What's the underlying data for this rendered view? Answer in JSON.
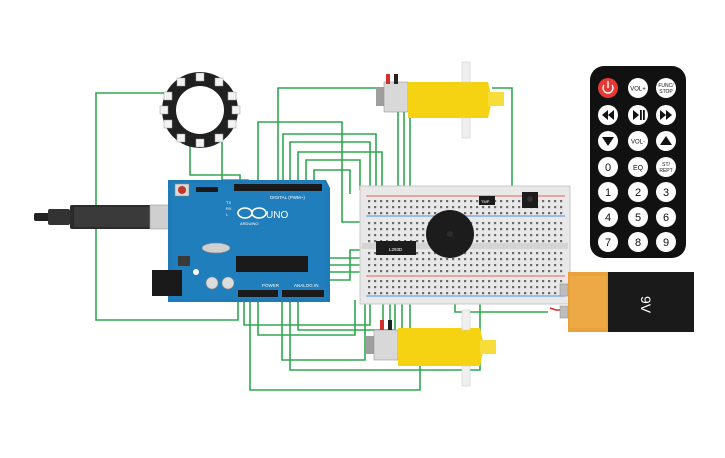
{
  "arduino": {
    "model": "UNO",
    "label_digital": "DIGITAL (PWM~)",
    "label_power": "POWER",
    "label_analog": "ANALOG IN",
    "label_brand": "ARDUINO",
    "label_tx": "TX",
    "label_rx": "RX",
    "label_l": "L"
  },
  "motor_driver": {
    "label": "L293D"
  },
  "sensor": {
    "label": "TMP"
  },
  "battery": {
    "label": "9V"
  },
  "remote": {
    "power_icon": "power-icon",
    "buttons": [
      [
        "power",
        "VOL+",
        "FUNC/\nSTOP"
      ],
      [
        "prev-icon",
        "play-pause-icon",
        "next-icon"
      ],
      [
        "down-icon",
        "VOL-",
        "up-icon"
      ],
      [
        "0",
        "EQ",
        "ST/\nREPT"
      ],
      [
        "1",
        "2",
        "3"
      ],
      [
        "4",
        "5",
        "6"
      ],
      [
        "7",
        "8",
        "9"
      ]
    ],
    "labels": {
      "vol_up": "VOL+",
      "func": "FUNC/",
      "stop": "STOP",
      "vol_down": "VOL-",
      "zero": "0",
      "eq": "EQ",
      "st": "ST/",
      "rept": "REPT",
      "n1": "1",
      "n2": "2",
      "n3": "3",
      "n4": "4",
      "n5": "5",
      "n6": "6",
      "n7": "7",
      "n8": "8",
      "n9": "9"
    }
  },
  "colors": {
    "wire": "#2fa84f",
    "board": "#1f7ab8",
    "motor_yellow": "#f5d312",
    "battery_orange": "#e9a13b",
    "power_button": "#e53935"
  }
}
